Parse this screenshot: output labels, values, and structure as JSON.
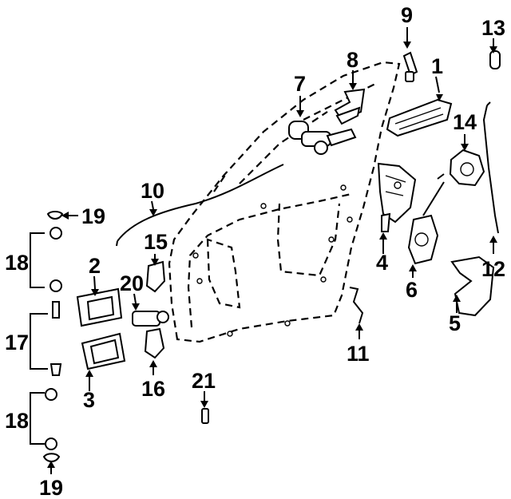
{
  "diagram": {
    "callouts": {
      "c1": "1",
      "c2": "2",
      "c3": "3",
      "c4": "4",
      "c5": "5",
      "c6": "6",
      "c7": "7",
      "c8": "8",
      "c9": "9",
      "c10": "10",
      "c11": "11",
      "c12": "12",
      "c13": "13",
      "c14": "14",
      "c15": "15",
      "c16": "16",
      "c17": "17",
      "c18a": "18",
      "c18b": "18",
      "c19a": "19",
      "c19b": "19",
      "c20": "20",
      "c21": "21"
    }
  }
}
